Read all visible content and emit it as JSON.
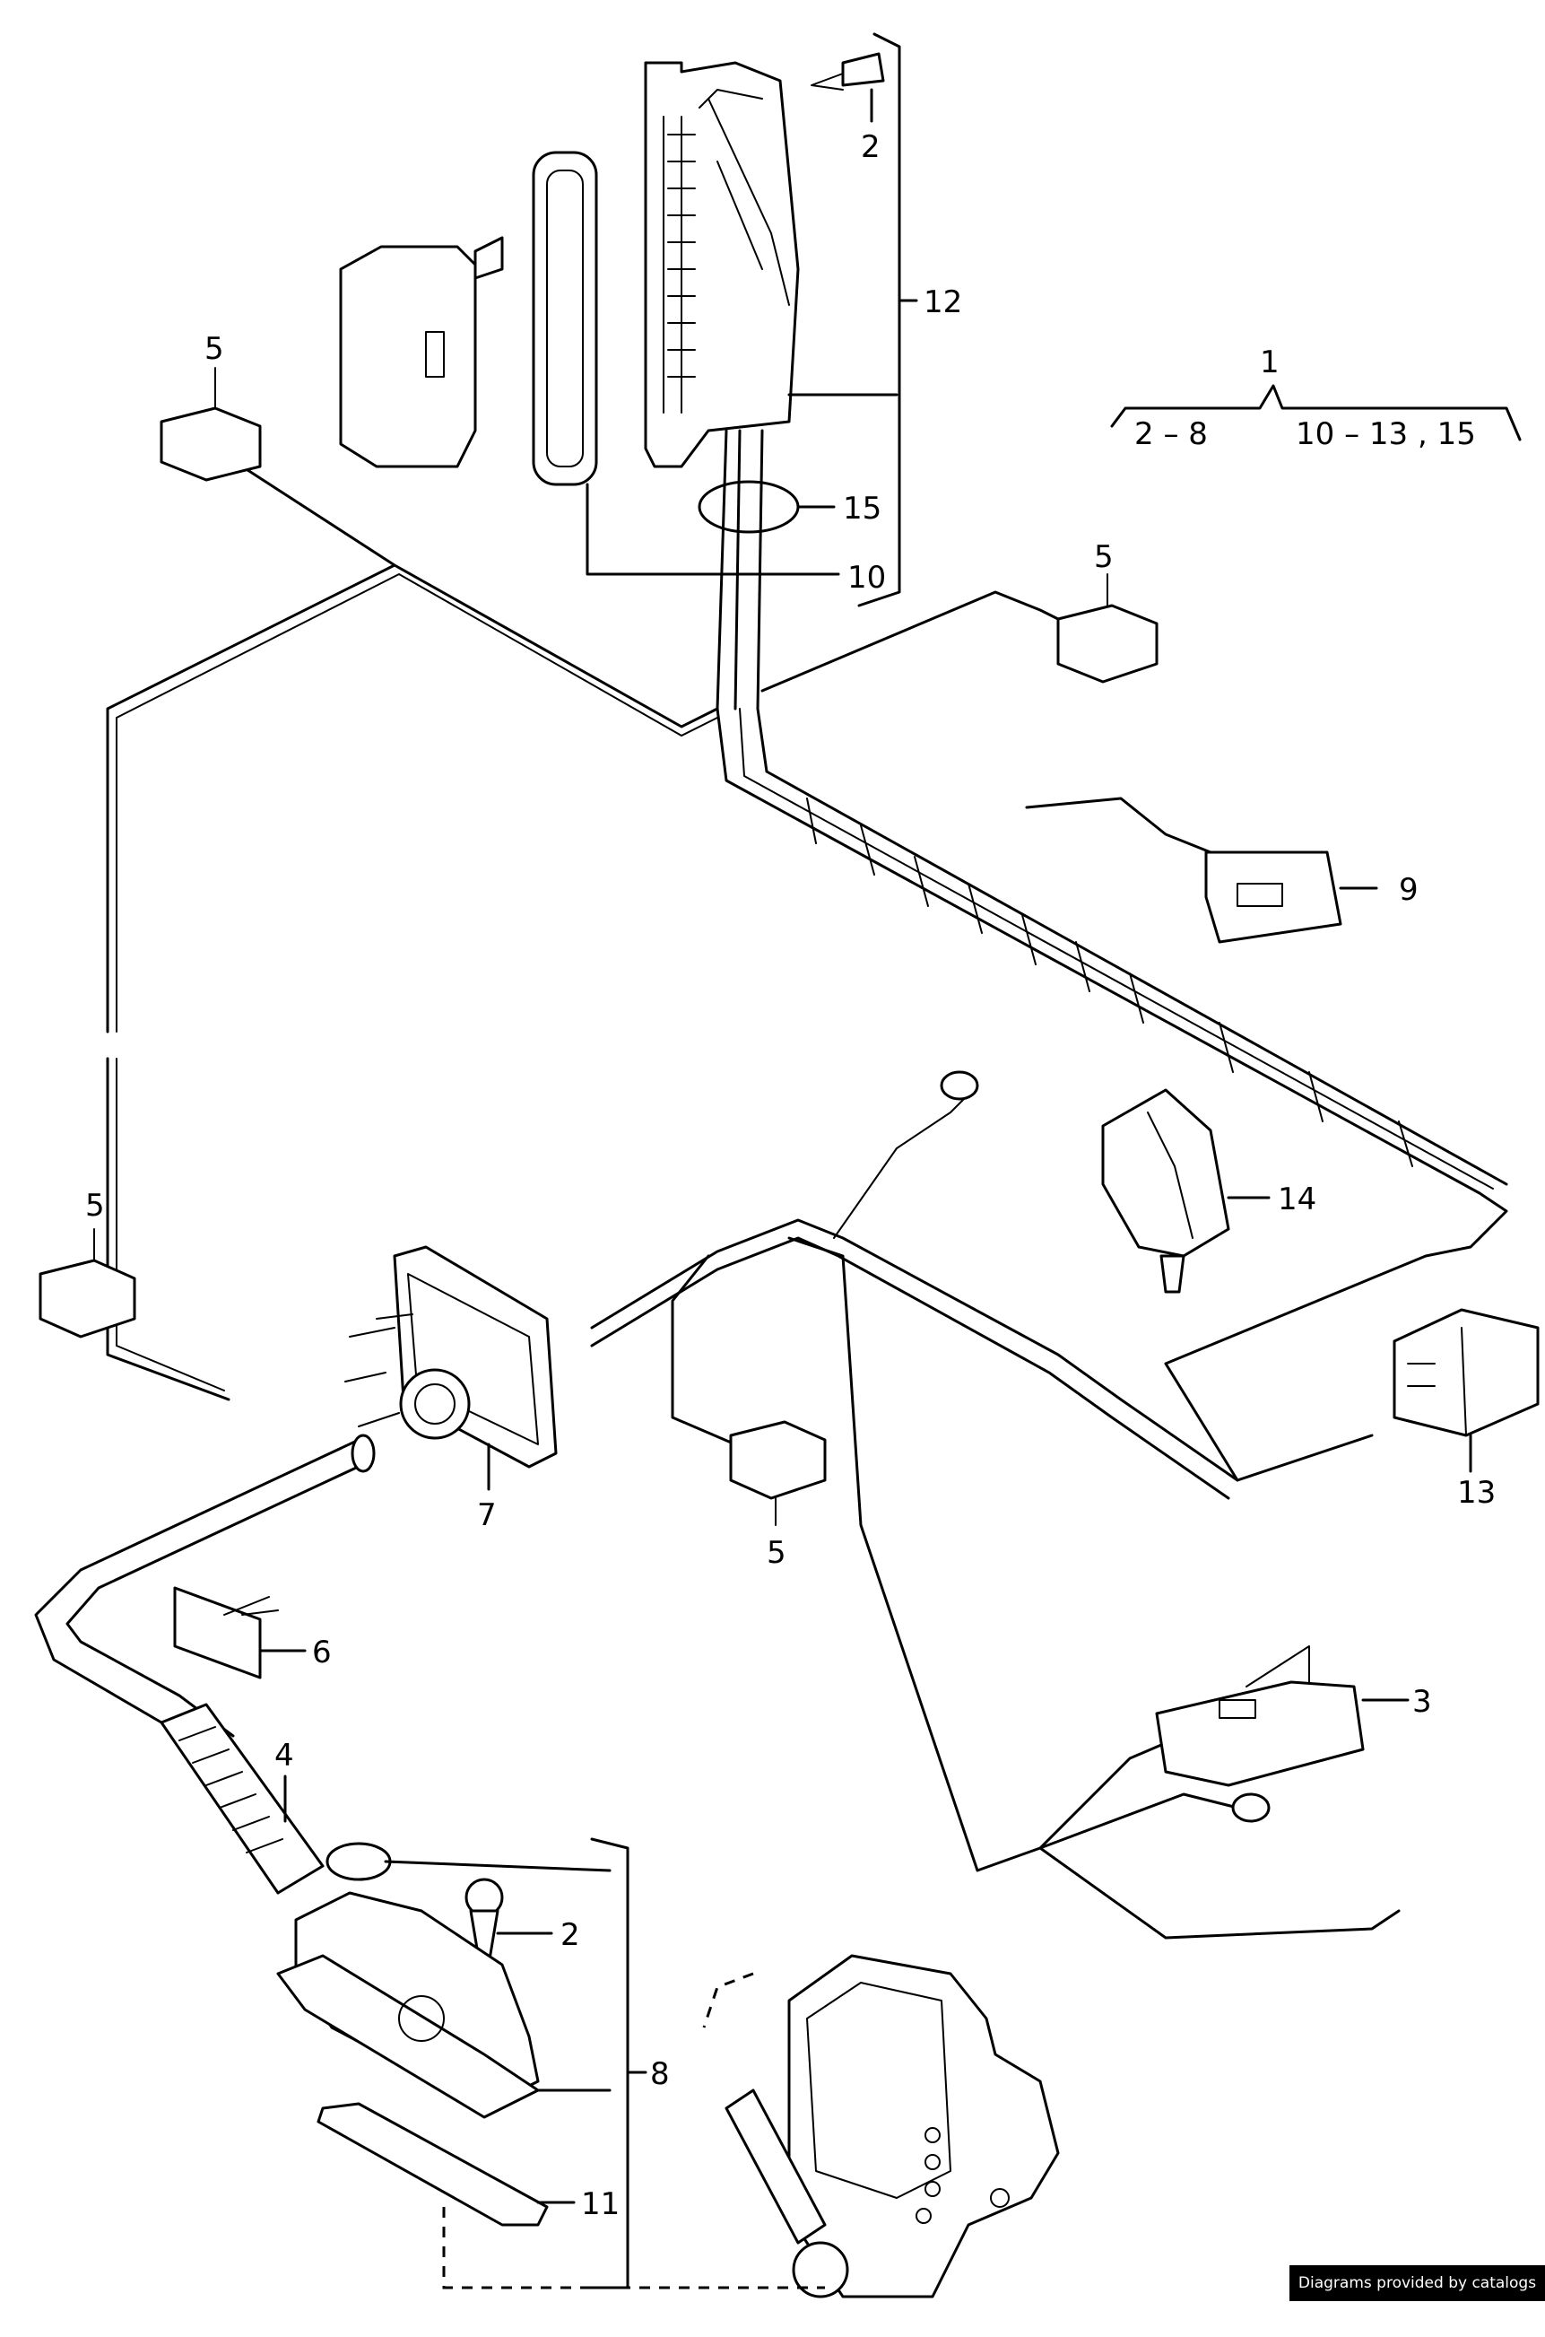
{
  "callouts": {
    "c1": "1",
    "c1_left": "2 – 8",
    "c1_right": "10 – 13 , 15",
    "c2_top": "2",
    "c2_bottom": "2",
    "c3": "3",
    "c4": "4",
    "c5_a": "5",
    "c5_b": "5",
    "c5_c": "5",
    "c5_d": "5",
    "c6": "6",
    "c7": "7",
    "c8": "8",
    "c9": "9",
    "c10": "10",
    "c11": "11",
    "c12": "12",
    "c13": "13",
    "c14": "14",
    "c15": "15"
  },
  "credit": "Diagrams provided by catalogs parts",
  "colors": {
    "ink": "#000000",
    "paper": "#ffffff"
  }
}
